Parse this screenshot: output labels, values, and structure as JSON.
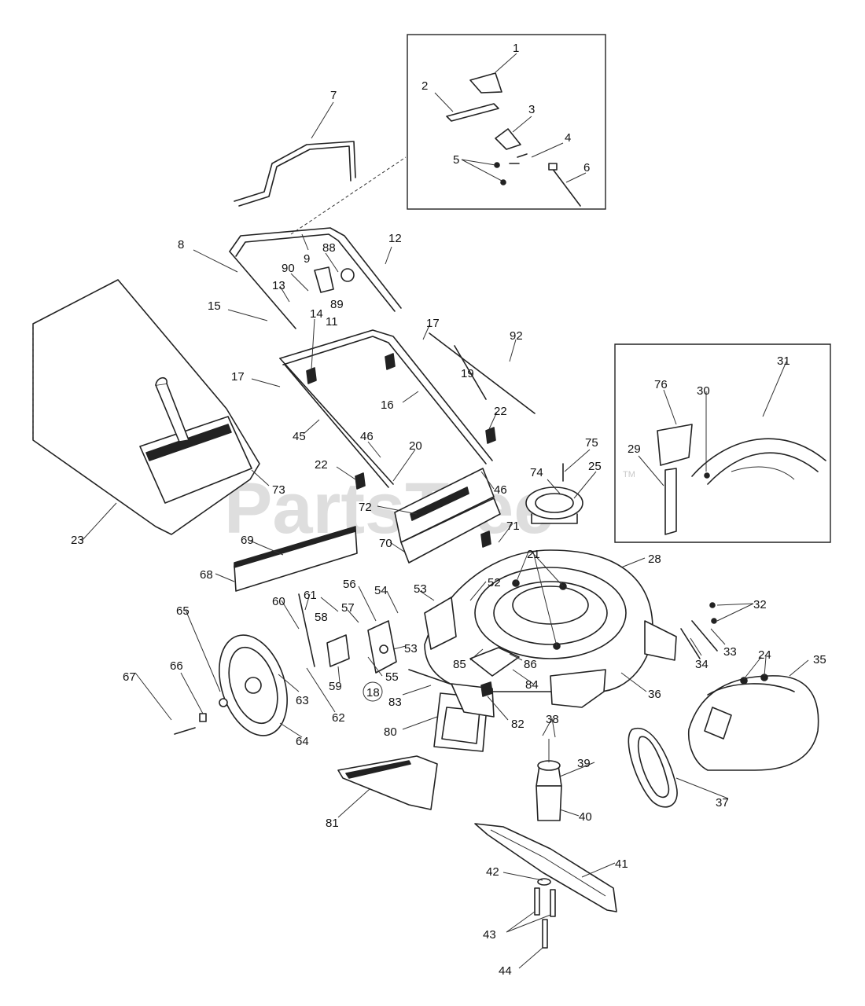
{
  "watermark": {
    "text": "PartsTree",
    "trademark": "TM"
  },
  "callouts": [
    "1",
    "2",
    "3",
    "4",
    "5",
    "6",
    "7",
    "8",
    "9",
    "88",
    "12",
    "90",
    "13",
    "89",
    "11",
    "15",
    "14",
    "17",
    "92",
    "19",
    "17",
    "16",
    "22",
    "45",
    "46",
    "20",
    "75",
    "22",
    "73",
    "74",
    "25",
    "46",
    "31",
    "76",
    "30",
    "29",
    "23",
    "72",
    "71",
    "69",
    "70",
    "28",
    "68",
    "21",
    "56",
    "54",
    "53",
    "52",
    "61",
    "58",
    "57",
    "60",
    "53",
    "32",
    "65",
    "33",
    "24",
    "34",
    "35",
    "85",
    "86",
    "67",
    "66",
    "55",
    "84",
    "59",
    "63",
    "18",
    "62",
    "83",
    "36",
    "82",
    "80",
    "64",
    "38",
    "39",
    "37",
    "40",
    "81",
    "41",
    "42",
    "43",
    "44"
  ]
}
